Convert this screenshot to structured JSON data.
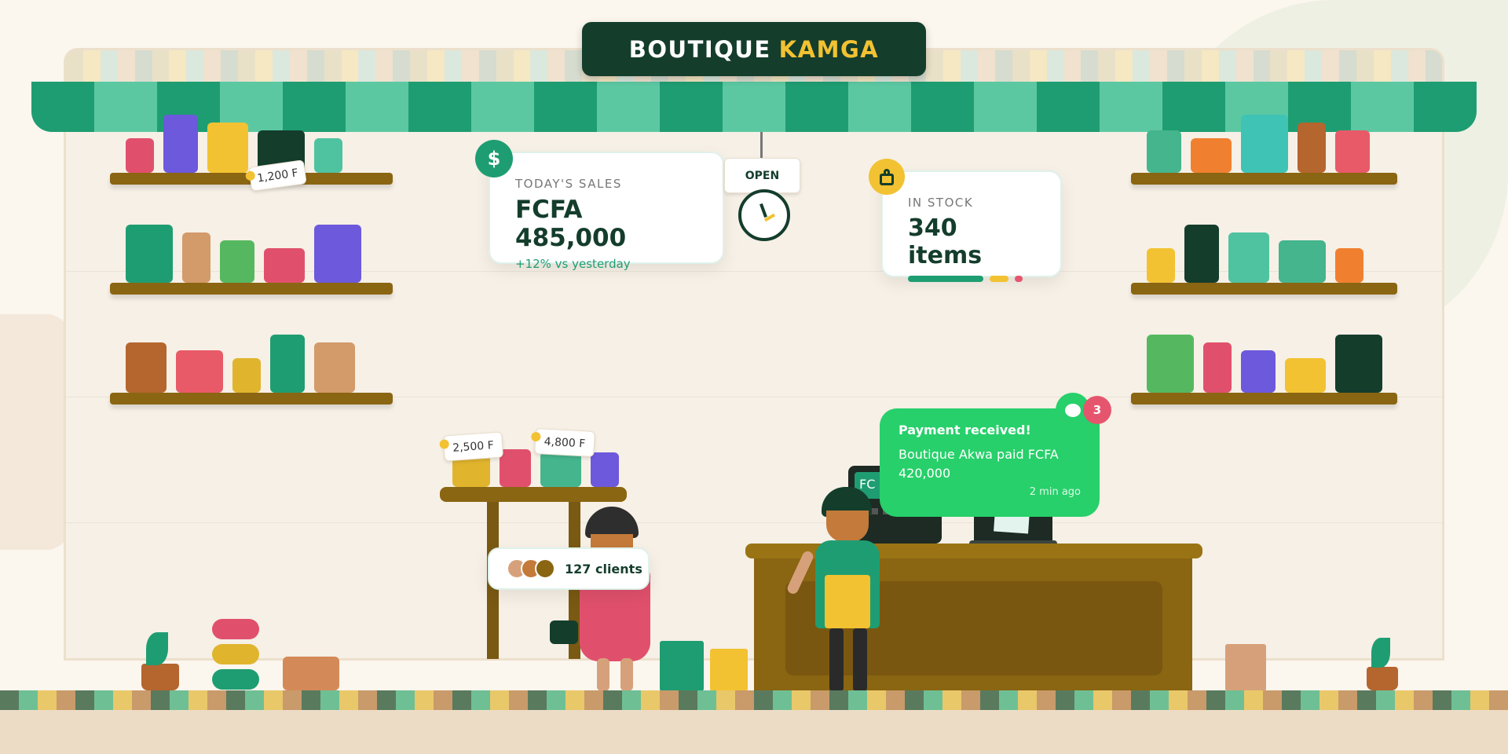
{
  "sign": {
    "title_main": "BOUTIQUE",
    "title_accent": "KAMGA"
  },
  "sales": {
    "label": "TODAY'S SALES",
    "value": "FCFA 485,000",
    "change": "+12% vs yesterday",
    "icon": "dollar-icon",
    "icon_text": "$"
  },
  "open_sign": {
    "label": "OPEN"
  },
  "stock": {
    "label": "IN STOCK",
    "value": "340 items",
    "icon": "shopping-bag-icon"
  },
  "price_tags": [
    "1,200 F",
    "2,500 F",
    "4,800 F"
  ],
  "clients": {
    "label": "127 clients"
  },
  "register": {
    "screen_text": "FC"
  },
  "notification": {
    "title": "Payment received!",
    "body": "Boutique Akwa paid FCFA 420,000",
    "time": "2 min ago",
    "badge_count": "3",
    "icon": "chat-bubble-icon"
  },
  "colors": {
    "brand_dark": "#143d2c",
    "accent": "#f2c232",
    "green": "#1f9d72",
    "notification": "#27d06a",
    "badge": "#e5566e",
    "wood": "#8a6512"
  }
}
